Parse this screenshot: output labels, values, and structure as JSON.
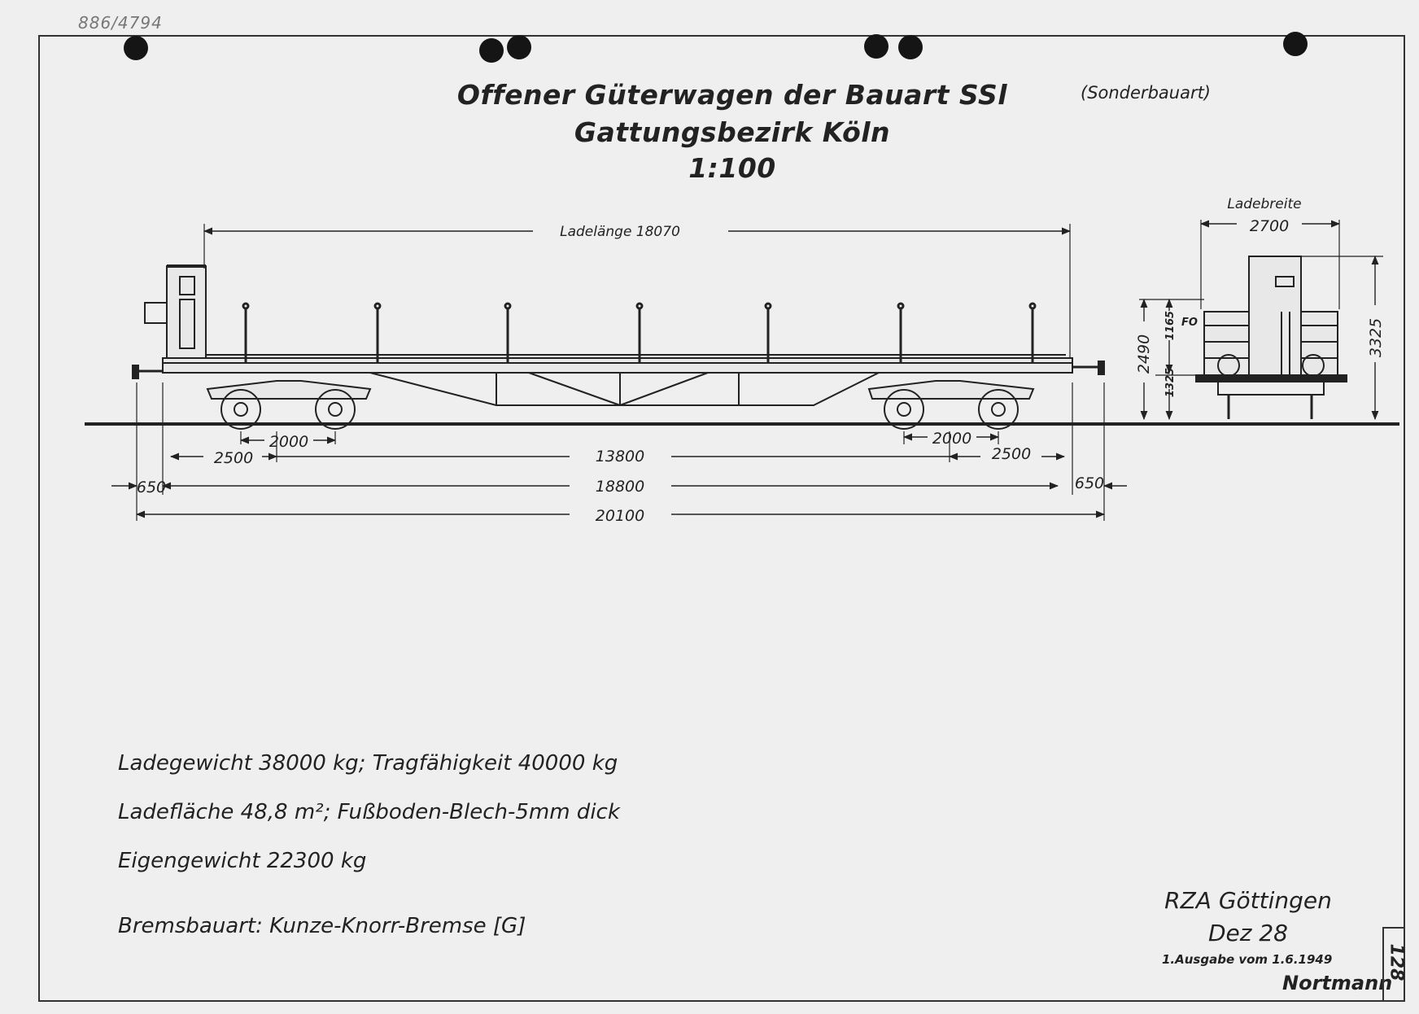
{
  "archive_number": "886/4794",
  "title": {
    "line1": "Offener Güterwagen der Bauart SSl",
    "note": "(Sonderbauart)",
    "line2": "Gattungsbezirk Köln",
    "scale": "1:100"
  },
  "side_view": {
    "load_length_label": "Ladelänge 18070",
    "dimensions": {
      "axle_spacing_left": "2000",
      "axle_spacing_right": "2000",
      "overhang_left": "2500",
      "overhang_right": "2500",
      "bogie_centers": "13800",
      "length_over_frame": "18800",
      "buffer_left": "650",
      "buffer_right": "650",
      "length_over_buffers": "20100"
    }
  },
  "end_view": {
    "width_label": "Ladebreite",
    "width_value": "2700",
    "height_total": "3325",
    "height_floor": "2490",
    "height_lower": "1325",
    "height_side": "1165",
    "floor_mark": "FO"
  },
  "specifications": [
    "Ladegewicht  38000 kg; Tragfähigkeit  40000 kg",
    "Ladefläche  48,8 m²; Fußboden-Blech-5mm dick",
    "Eigengewicht  22300 kg",
    "Bremsbauart: Kunze-Knorr-Bremse [G]"
  ],
  "issuer": {
    "office": "RZA Göttingen",
    "date": "Dez 28",
    "edition": "1.Ausgabe vom 1.6.1949",
    "signature": "Nortmann"
  },
  "page_number": "128"
}
